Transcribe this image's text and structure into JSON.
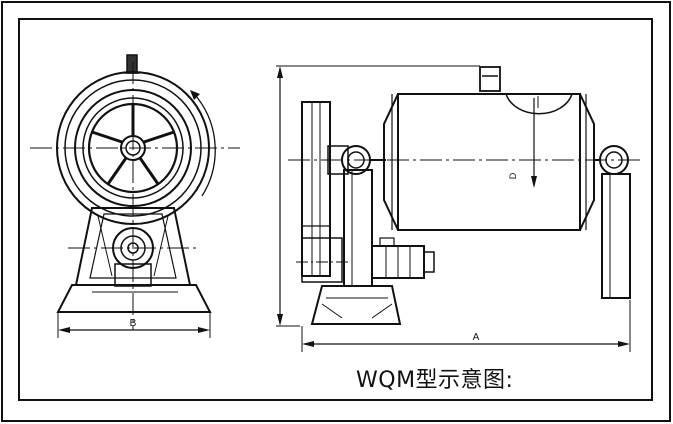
{
  "caption": "WQM型示意图:",
  "labels": {
    "b": "B",
    "a": "A",
    "d": "D"
  },
  "colors": {
    "line": "#111111",
    "background": "#ffffff"
  }
}
